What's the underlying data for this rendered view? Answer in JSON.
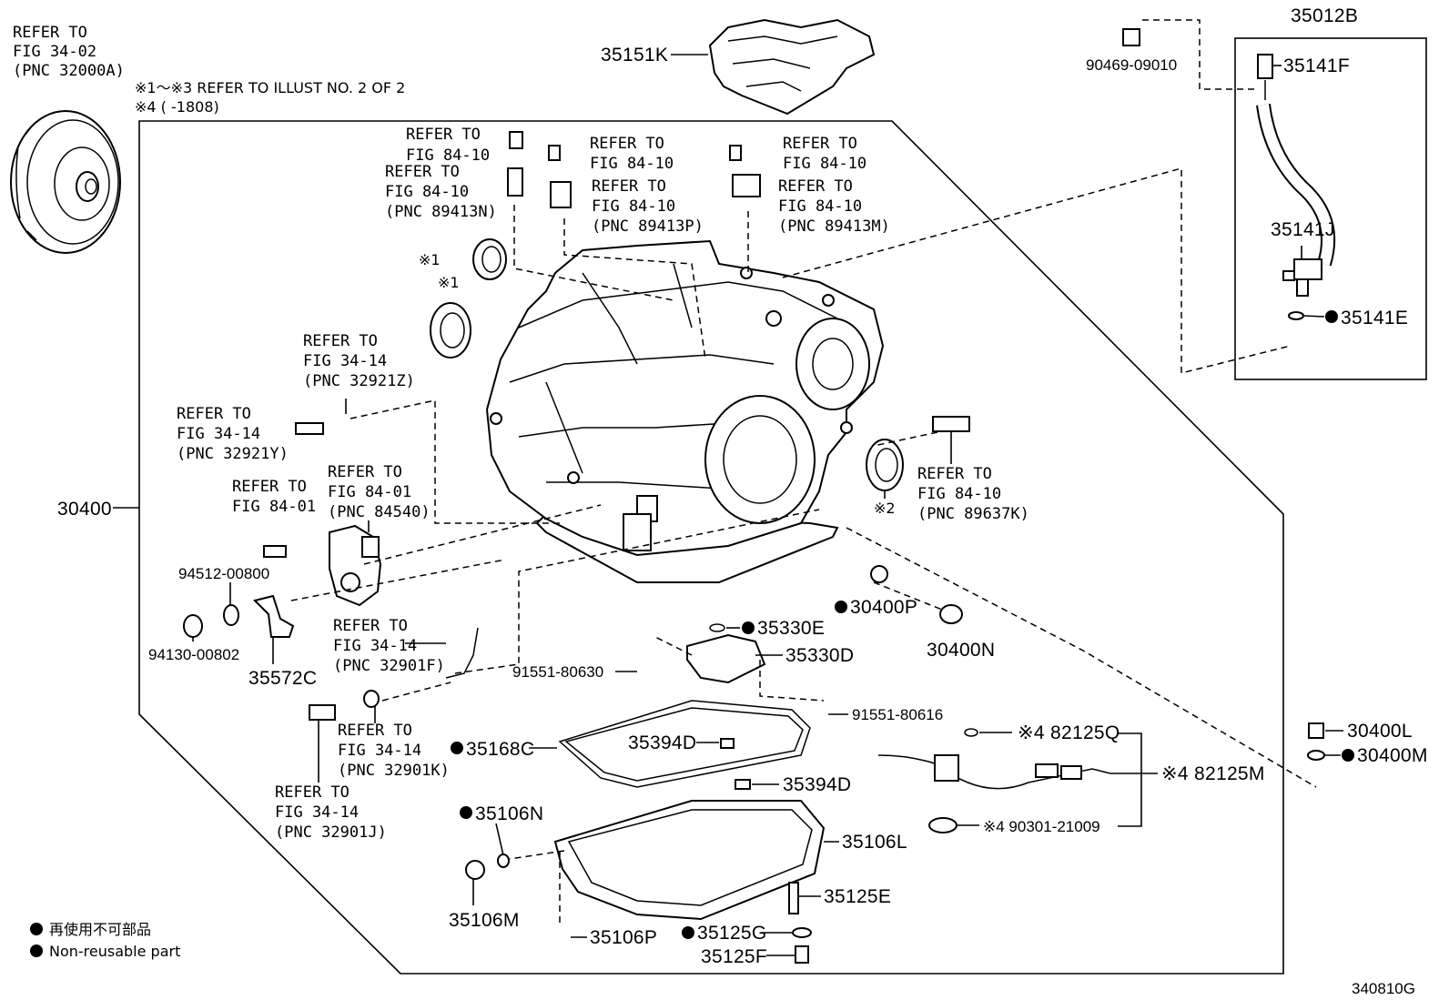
{
  "diagram_id": "340810G",
  "legend": {
    "jp": "再使用不可部品",
    "en": "Non-reusable part"
  },
  "notes": {
    "line1": "※1〜※3 REFER TO ILLUST NO. 2 OF 2",
    "line2": "※4 (      -1808)"
  },
  "refs": {
    "r1": [
      "REFER TO",
      "FIG 34-02",
      "(PNC 32000A)"
    ],
    "r2": [
      "REFER TO",
      "FIG 84-10"
    ],
    "r3": [
      "REFER TO",
      "FIG 84-10",
      "(PNC 89413N)"
    ],
    "r4": [
      "REFER TO",
      "FIG 84-10"
    ],
    "r5": [
      "REFER TO",
      "FIG 84-10",
      "(PNC 89413P)"
    ],
    "r6": [
      "REFER TO",
      "FIG 84-10"
    ],
    "r7": [
      "REFER TO",
      "FIG 84-10",
      "(PNC 89413M)"
    ],
    "r8": [
      "REFER TO",
      "FIG 34-14",
      "(PNC 32921Z)"
    ],
    "r9": [
      "REFER TO",
      "FIG 34-14",
      "(PNC 32921Y)"
    ],
    "r10": [
      "REFER TO",
      "FIG 84-01"
    ],
    "r11": [
      "REFER TO",
      "FIG 84-01",
      "(PNC 84540)"
    ],
    "r12": [
      "REFER TO",
      "FIG 34-14",
      "(PNC 32901F)"
    ],
    "r13": [
      "REFER TO",
      "FIG 34-14",
      "(PNC 32901K)"
    ],
    "r14": [
      "REFER TO",
      "FIG 34-14",
      "(PNC 32901J)"
    ],
    "r15": [
      "REFER TO",
      "FIG 84-10",
      "(PNC 89637K)"
    ]
  },
  "parts": {
    "p35151K": "35151K",
    "p35012B": "35012B",
    "p90469": "90469-09010",
    "p35141F": "35141F",
    "p35141J": "35141J",
    "p35141E": "35141E",
    "p30400": "30400",
    "p94512": "94512-00800",
    "p94130": "94130-00802",
    "p35572C": "35572C",
    "p30400P": "30400P",
    "p30400N": "30400N",
    "p35330E": "35330E",
    "p35330D": "35330D",
    "p91551a": "91551-80630",
    "p91551b": "91551-80616",
    "p35168C": "35168C",
    "p35394D1": "35394D",
    "p35394D2": "35394D",
    "p82125Q": "※4 82125Q",
    "p82125M": "※4 82125M",
    "p90301": "※4 90301-21009",
    "p30400L": "30400L",
    "p30400M": "30400M",
    "p35106N": "35106N",
    "p35106L": "35106L",
    "p35106M": "35106M",
    "p35125E": "35125E",
    "p35106P": "35106P",
    "p35125G": "35125G",
    "p35125F": "35125F",
    "m1a": "※1",
    "m1b": "※1",
    "m2": "※2"
  }
}
